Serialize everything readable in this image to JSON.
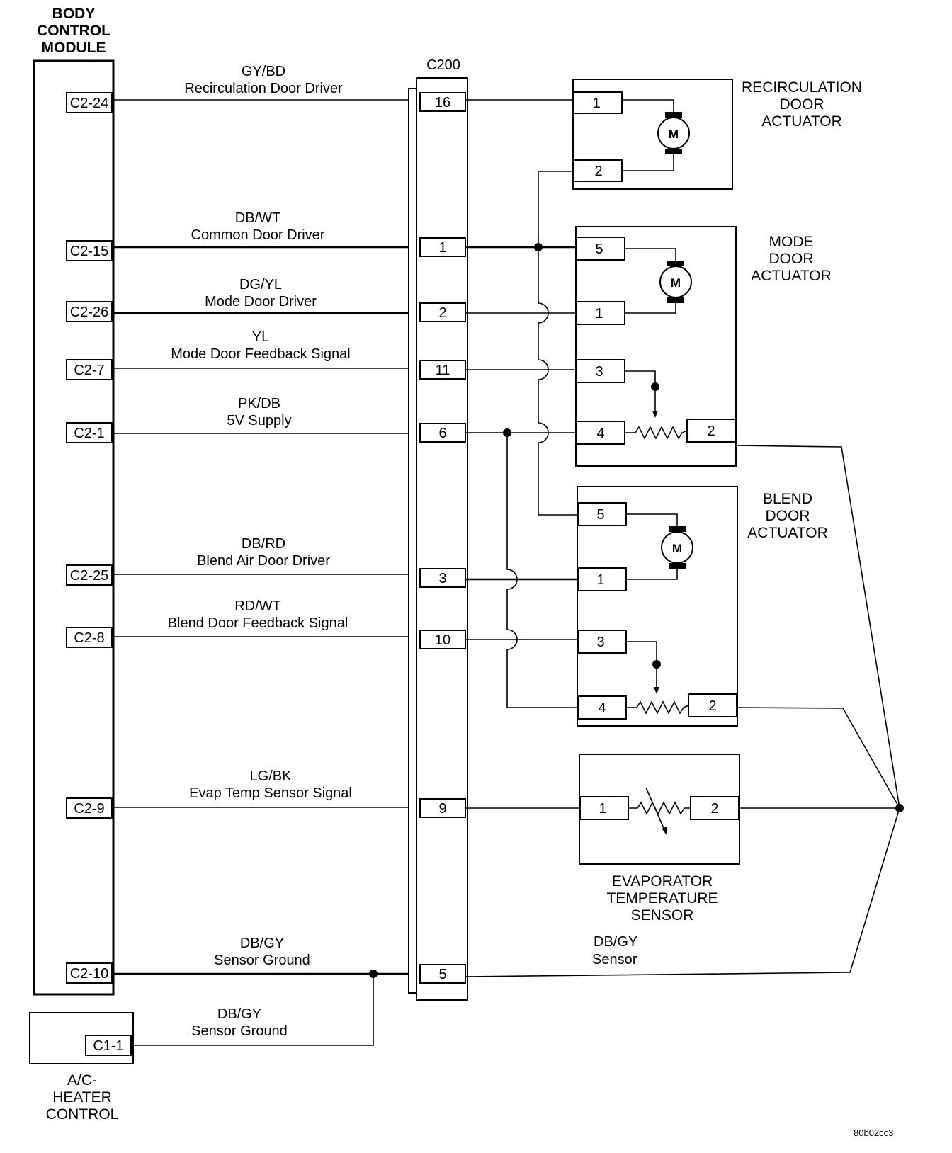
{
  "bcm": {
    "title": [
      "BODY",
      "CONTROL",
      "MODULE"
    ],
    "pins": [
      "C2-24",
      "C2-15",
      "C2-26",
      "C2-7",
      "C2-1",
      "C2-25",
      "C2-8",
      "C2-9",
      "C2-10"
    ]
  },
  "ac_heater": {
    "title": [
      "A/C-",
      "HEATER",
      "CONTROL"
    ],
    "pin": "C1-1"
  },
  "connector": {
    "name": "C200",
    "cavities": [
      "16",
      "1",
      "2",
      "11",
      "6",
      "3",
      "10",
      "9",
      "5"
    ]
  },
  "wires": [
    {
      "color": "GY/BD",
      "label": "Recirculation Door Driver"
    },
    {
      "color": "DB/WT",
      "label": "Common Door Driver"
    },
    {
      "color": "DG/YL",
      "label": "Mode Door Driver"
    },
    {
      "color": "YL",
      "label": "Mode Door Feedback Signal"
    },
    {
      "color": "PK/DB",
      "label": "5V Supply"
    },
    {
      "color": "DB/RD",
      "label": "Blend Air Door Driver"
    },
    {
      "color": "RD/WT",
      "label": "Blend Door Feedback Signal"
    },
    {
      "color": "LG/BK",
      "label": "Evap Temp Sensor Signal"
    },
    {
      "color": "DB/GY",
      "label": "Sensor Ground"
    },
    {
      "color": "DB/GY",
      "label": "Sensor Ground"
    },
    {
      "color": "DB/GY",
      "label": "Sensor"
    }
  ],
  "components": {
    "recirc": {
      "title": [
        "RECIRCULATION",
        "DOOR",
        "ACTUATOR"
      ],
      "pins": [
        "1",
        "2"
      ],
      "motor": "M"
    },
    "mode": {
      "title": [
        "MODE",
        "DOOR",
        "ACTUATOR"
      ],
      "pins": [
        "5",
        "1",
        "3",
        "4",
        "2"
      ],
      "motor": "M"
    },
    "blend": {
      "title": [
        "BLEND",
        "DOOR",
        "ACTUATOR"
      ],
      "pins": [
        "5",
        "1",
        "3",
        "4",
        "2"
      ],
      "motor": "M"
    },
    "evap": {
      "title": [
        "EVAPORATOR",
        "TEMPERATURE",
        "SENSOR"
      ],
      "pins": [
        "1",
        "2"
      ]
    }
  },
  "figure_id": "80b02cc3"
}
